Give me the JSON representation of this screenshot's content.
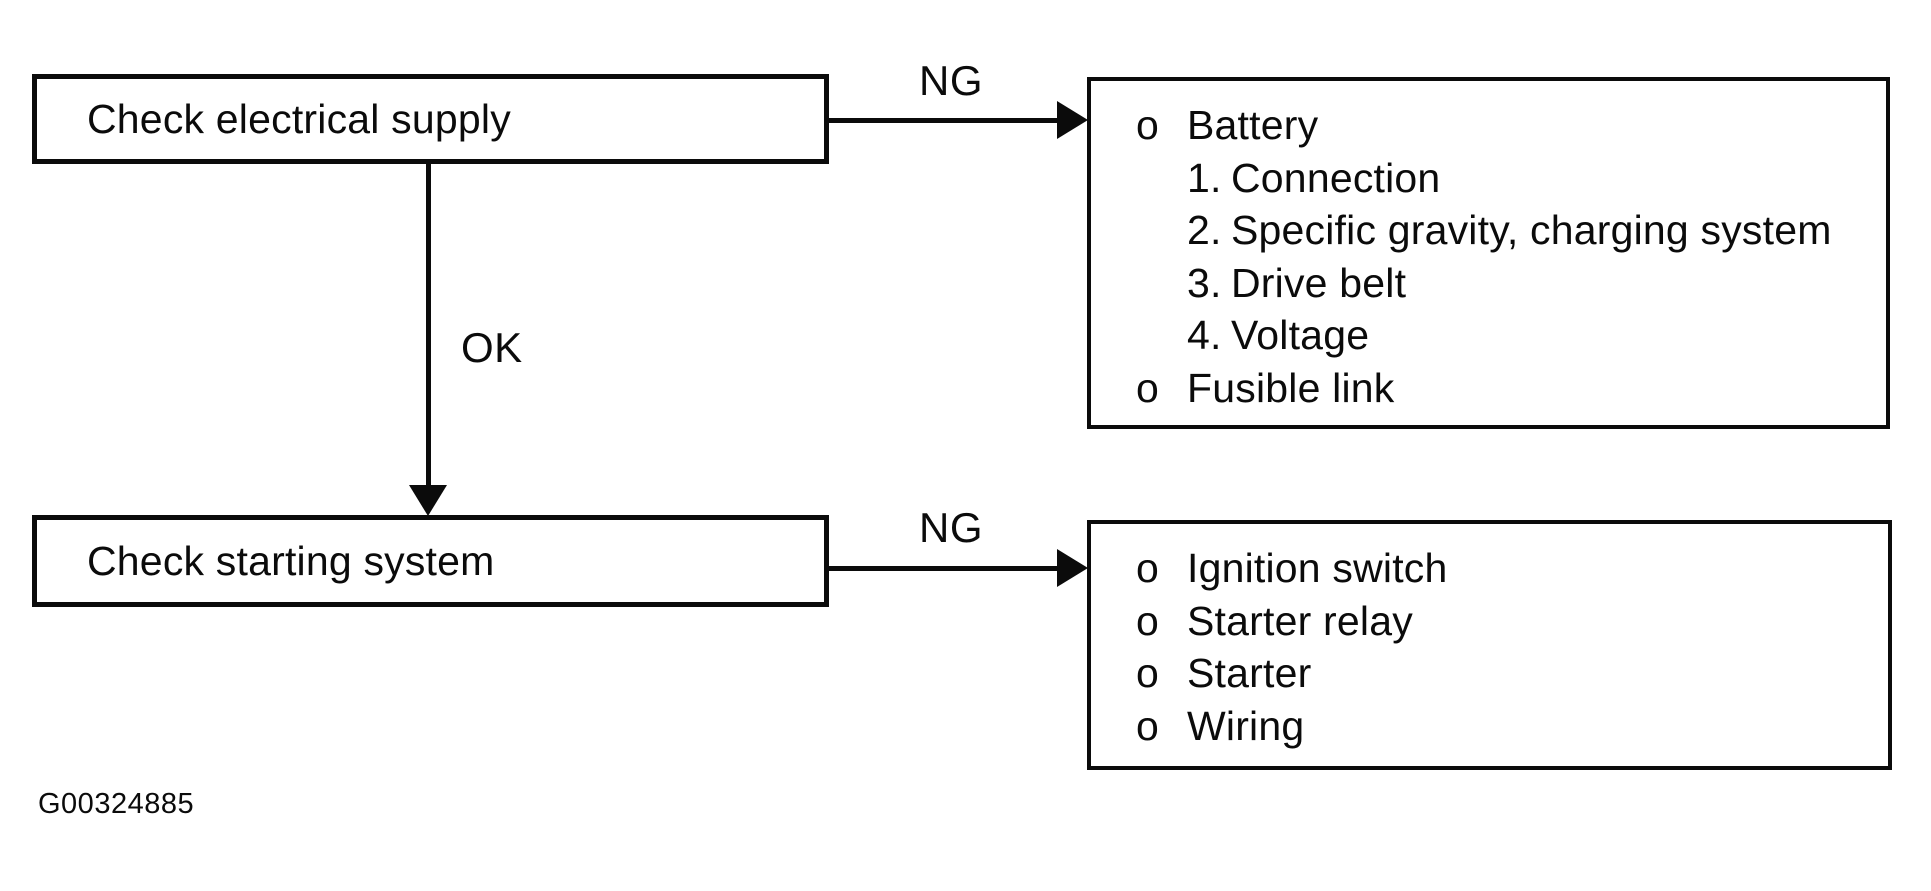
{
  "figure": {
    "code": "G00324885",
    "line_color": "#0b0b0b",
    "background_color": "#ffffff"
  },
  "flowchart": {
    "steps": [
      {
        "label": "Check electrical supply"
      },
      {
        "label": "Check starting system"
      }
    ],
    "edges": [
      {
        "label": "NG",
        "from": "Check electrical supply",
        "direction": "right"
      },
      {
        "label": "OK",
        "from": "Check electrical supply",
        "direction": "down"
      },
      {
        "label": "NG",
        "from": "Check starting system",
        "direction": "right"
      }
    ],
    "results": [
      {
        "items": [
          {
            "marker": "o",
            "text": "Battery"
          },
          {
            "marker": "1.",
            "text": "Connection"
          },
          {
            "marker": "2.",
            "text": "Specific gravity, charging system"
          },
          {
            "marker": "3.",
            "text": "Drive belt"
          },
          {
            "marker": "4.",
            "text": "Voltage"
          },
          {
            "marker": "o",
            "text": "Fusible link"
          }
        ]
      },
      {
        "items": [
          {
            "marker": "o",
            "text": "Ignition switch"
          },
          {
            "marker": "o",
            "text": "Starter relay"
          },
          {
            "marker": "o",
            "text": "Starter"
          },
          {
            "marker": "o",
            "text": "Wiring"
          }
        ]
      }
    ]
  }
}
